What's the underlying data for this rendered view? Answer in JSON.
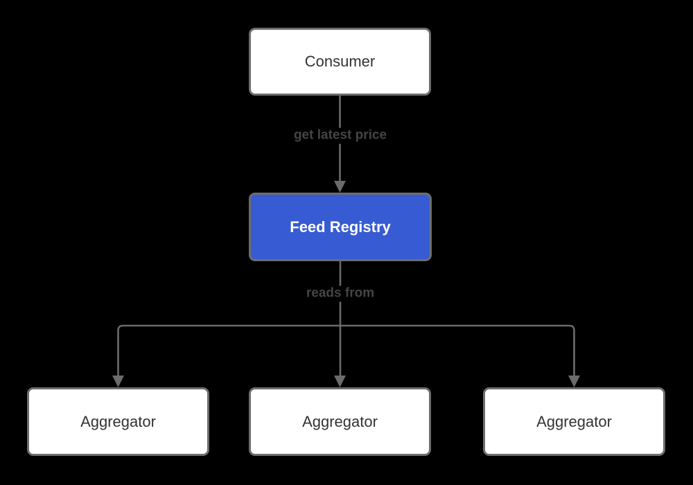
{
  "diagram": {
    "type": "flowchart",
    "direction": "top-down",
    "colors": {
      "background": "#000000",
      "node-fill": "#ffffff",
      "node-border": "#6d6d6d",
      "node-text": "#333333",
      "accent-fill": "#375bd2",
      "accent-text": "#ffffff",
      "edge-line": "#6b6b6b",
      "edge-label-text": "#454545"
    },
    "nodes": [
      {
        "id": "consumer",
        "label": "Consumer",
        "emphasis": "default"
      },
      {
        "id": "feed-registry",
        "label": "Feed Registry",
        "emphasis": "accent"
      },
      {
        "id": "aggregator-1",
        "label": "Aggregator",
        "emphasis": "default"
      },
      {
        "id": "aggregator-2",
        "label": "Aggregator",
        "emphasis": "default"
      },
      {
        "id": "aggregator-3",
        "label": "Aggregator",
        "emphasis": "default"
      }
    ],
    "edges": [
      {
        "from": "consumer",
        "to": [
          "feed-registry"
        ],
        "label": "get latest price"
      },
      {
        "from": "feed-registry",
        "to": [
          "aggregator-1",
          "aggregator-2",
          "aggregator-3"
        ],
        "label": "reads from"
      }
    ]
  }
}
